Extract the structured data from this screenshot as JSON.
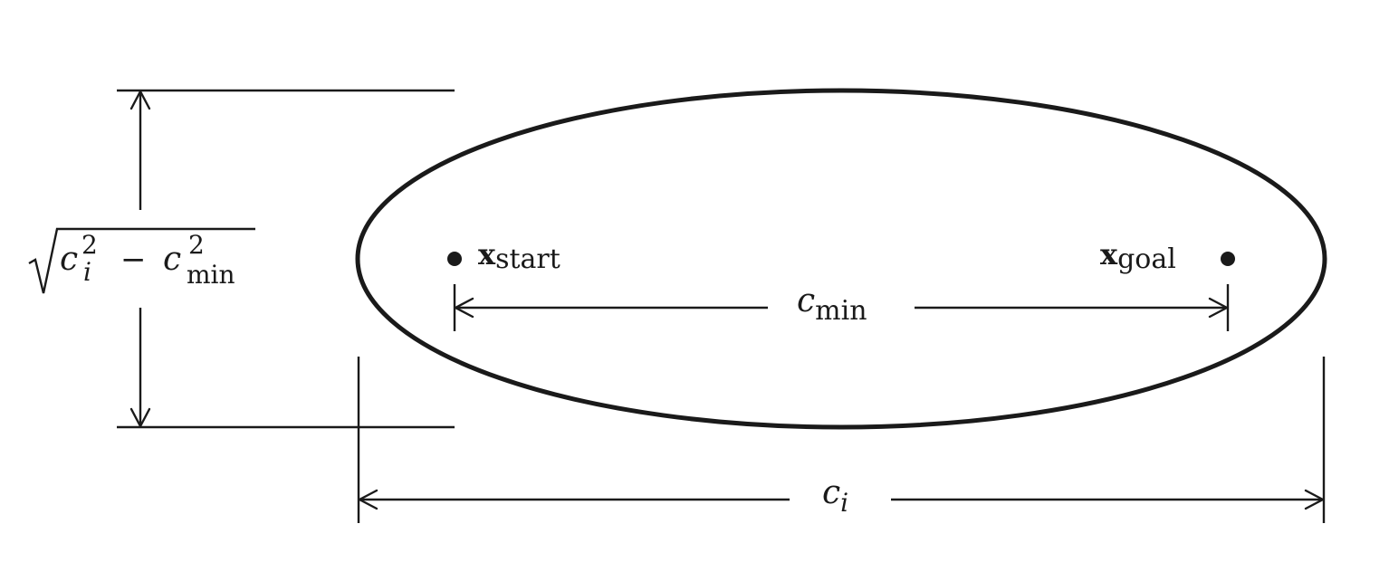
{
  "labels": {
    "start_main": "x",
    "start_sub": "start",
    "goal_main": "x",
    "goal_sub": "goal",
    "cmin_main": "c",
    "cmin_sub": "min",
    "ci_main": "c",
    "ci_sub": "i",
    "minor_axis": {
      "c1": "c",
      "c1_sup": "2",
      "c1_sub": "i",
      "minus": "−",
      "c2": "c",
      "c2_sup": "2",
      "c2_sub": "min"
    }
  },
  "colors": {
    "ink": "#1a1a1a",
    "background": "#ffffff"
  }
}
